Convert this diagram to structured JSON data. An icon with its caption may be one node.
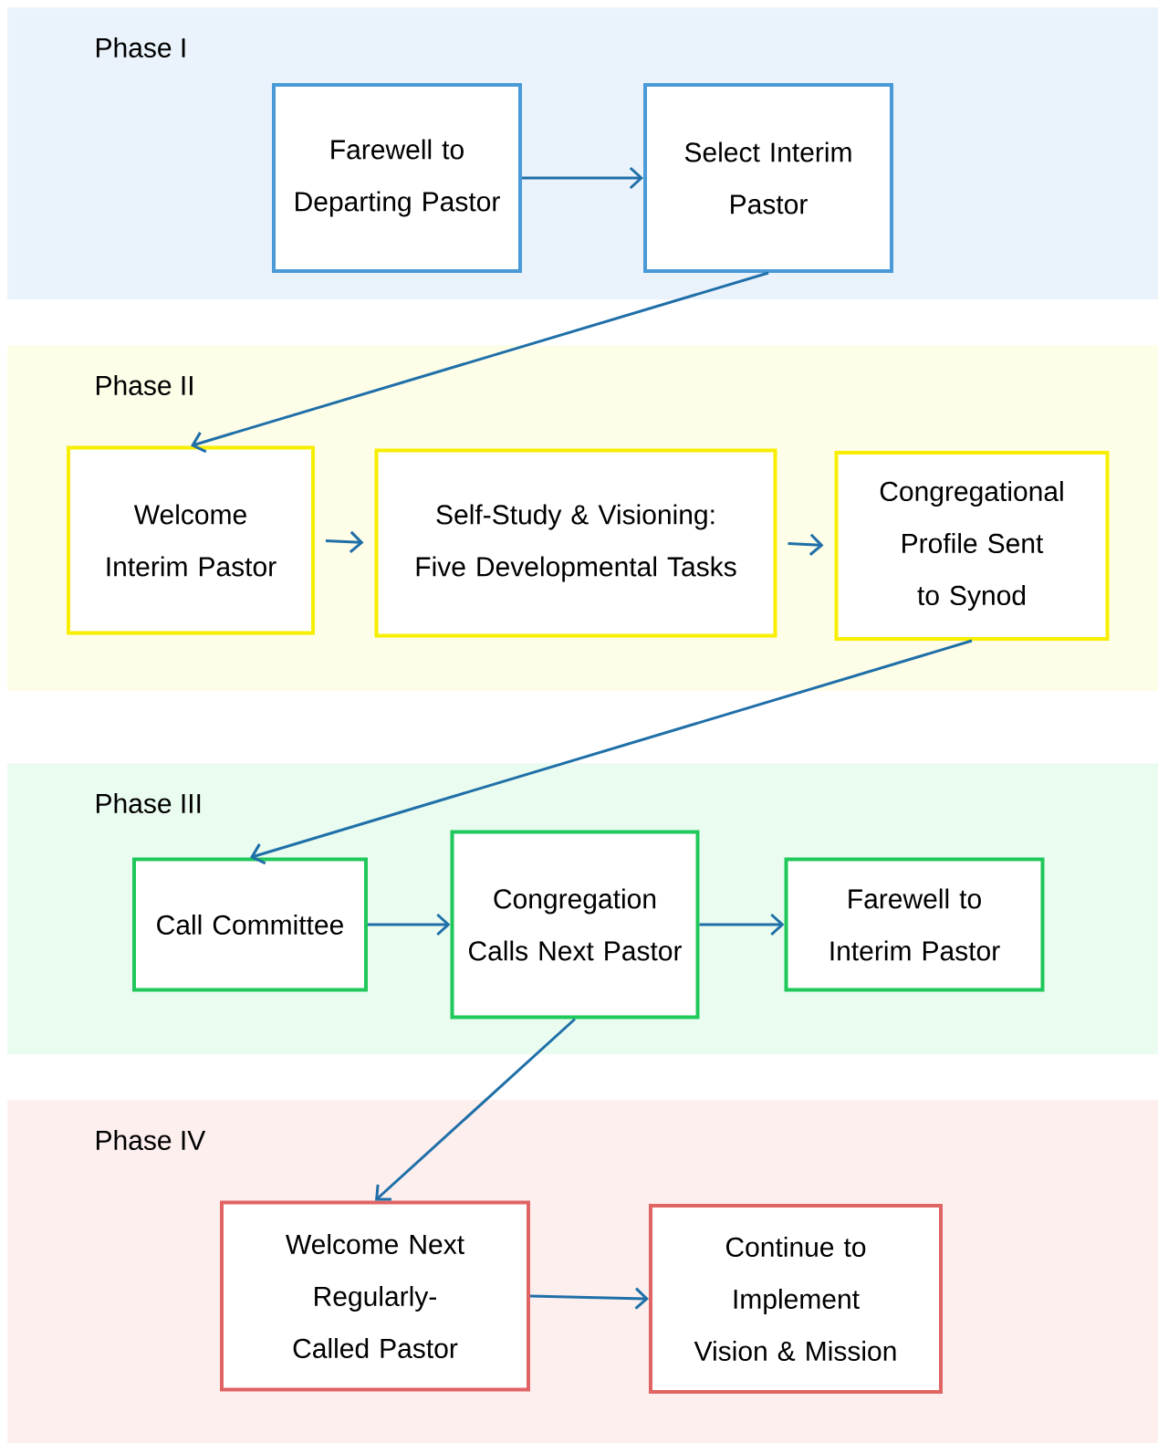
{
  "diagram": {
    "nodes": [
      {
        "text": [
          "Phase I"
        ]
      },
      {
        "text": [
          "Farewell to Departing Pastor"
        ],
        "in": 0
      },
      {
        "text": [
          "Select Interim Pastor"
        ],
        "in": 0
      },
      {
        "text": [
          "Phase II"
        ]
      },
      {
        "text": [
          "Welcome Interim Pastor"
        ],
        "in": 3
      },
      {
        "text": [
          "Self-Study & Visioning: Five Developmental Tasks"
        ],
        "in": 3
      },
      {
        "text": [
          "Congregational Profile Sent to Synod"
        ],
        "in": 3
      },
      {
        "text": [
          "Phase III"
        ]
      },
      {
        "text": [
          "Call Committee"
        ],
        "in": 7
      },
      {
        "text": [
          "Congregation Calls Next Pastor"
        ],
        "in": 7
      },
      {
        "text": [
          "Farewell to Interim Pastor"
        ],
        "in": 7
      },
      {
        "text": [
          "Phase IV"
        ]
      },
      {
        "text": [
          "Welcome Next Regularly-Called Pastor"
        ],
        "in": 11
      },
      {
        "text": [
          "Continue to Implement Vision & Mission"
        ],
        "in": 11
      }
    ],
    "edges": [
      {
        "from": 1,
        "to": 2,
        "arrow": "to"
      },
      {
        "from": 2,
        "to": 4,
        "arrow": "to"
      },
      {
        "from": 4,
        "to": 5,
        "arrow": "to"
      },
      {
        "from": 5,
        "to": 6,
        "arrow": "to"
      },
      {
        "from": 6,
        "to": 8,
        "arrow": "to"
      },
      {
        "from": 8,
        "to": 9,
        "arrow": "to"
      },
      {
        "from": 9,
        "to": 10,
        "arrow": "to"
      },
      {
        "from": 9,
        "to": 12,
        "arrow": "to"
      },
      {
        "from": 12,
        "to": 13,
        "arrow": "to"
      }
    ]
  }
}
